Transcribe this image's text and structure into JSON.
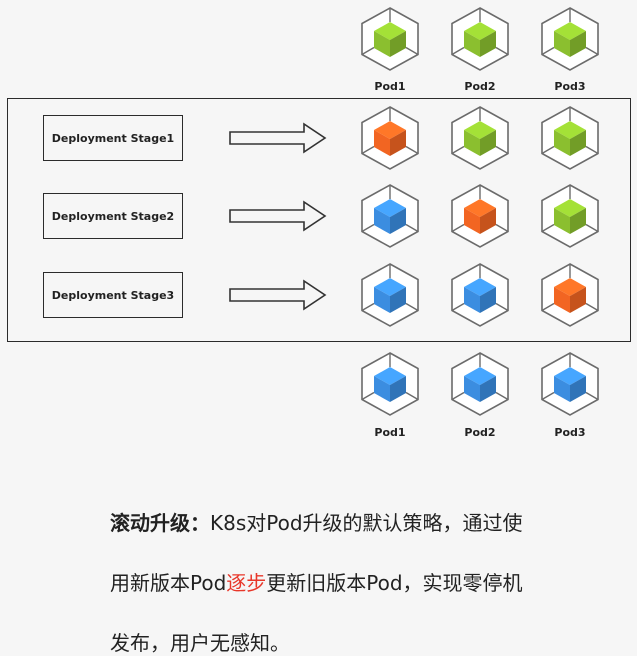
{
  "colors": {
    "old_version": "#8bbf2f",
    "updating": "#f26522",
    "new_version": "#3b8de0",
    "highlight_text": "#e8372a"
  },
  "top_pods": {
    "labels": [
      "Pod1",
      "Pod2",
      "Pod3"
    ],
    "states": [
      "old",
      "old",
      "old"
    ]
  },
  "stages": [
    {
      "label": "Deployment Stage1",
      "pods": [
        "updating",
        "old",
        "old"
      ]
    },
    {
      "label": "Deployment Stage2",
      "pods": [
        "new",
        "updating",
        "old"
      ]
    },
    {
      "label": "Deployment Stage3",
      "pods": [
        "new",
        "new",
        "updating"
      ]
    }
  ],
  "bottom_pods": {
    "labels": [
      "Pod1",
      "Pod2",
      "Pod3"
    ],
    "states": [
      "new",
      "new",
      "new"
    ]
  },
  "caption": {
    "term": "滚动升级：",
    "line1_rest": "K8s对Pod升级的默认策略，通过使",
    "line2_before": "用新版本Pod",
    "line2_highlight": "逐步",
    "line2_after": "更新旧版本Pod，实现零停机",
    "line3": "发布，用户无感知。"
  }
}
